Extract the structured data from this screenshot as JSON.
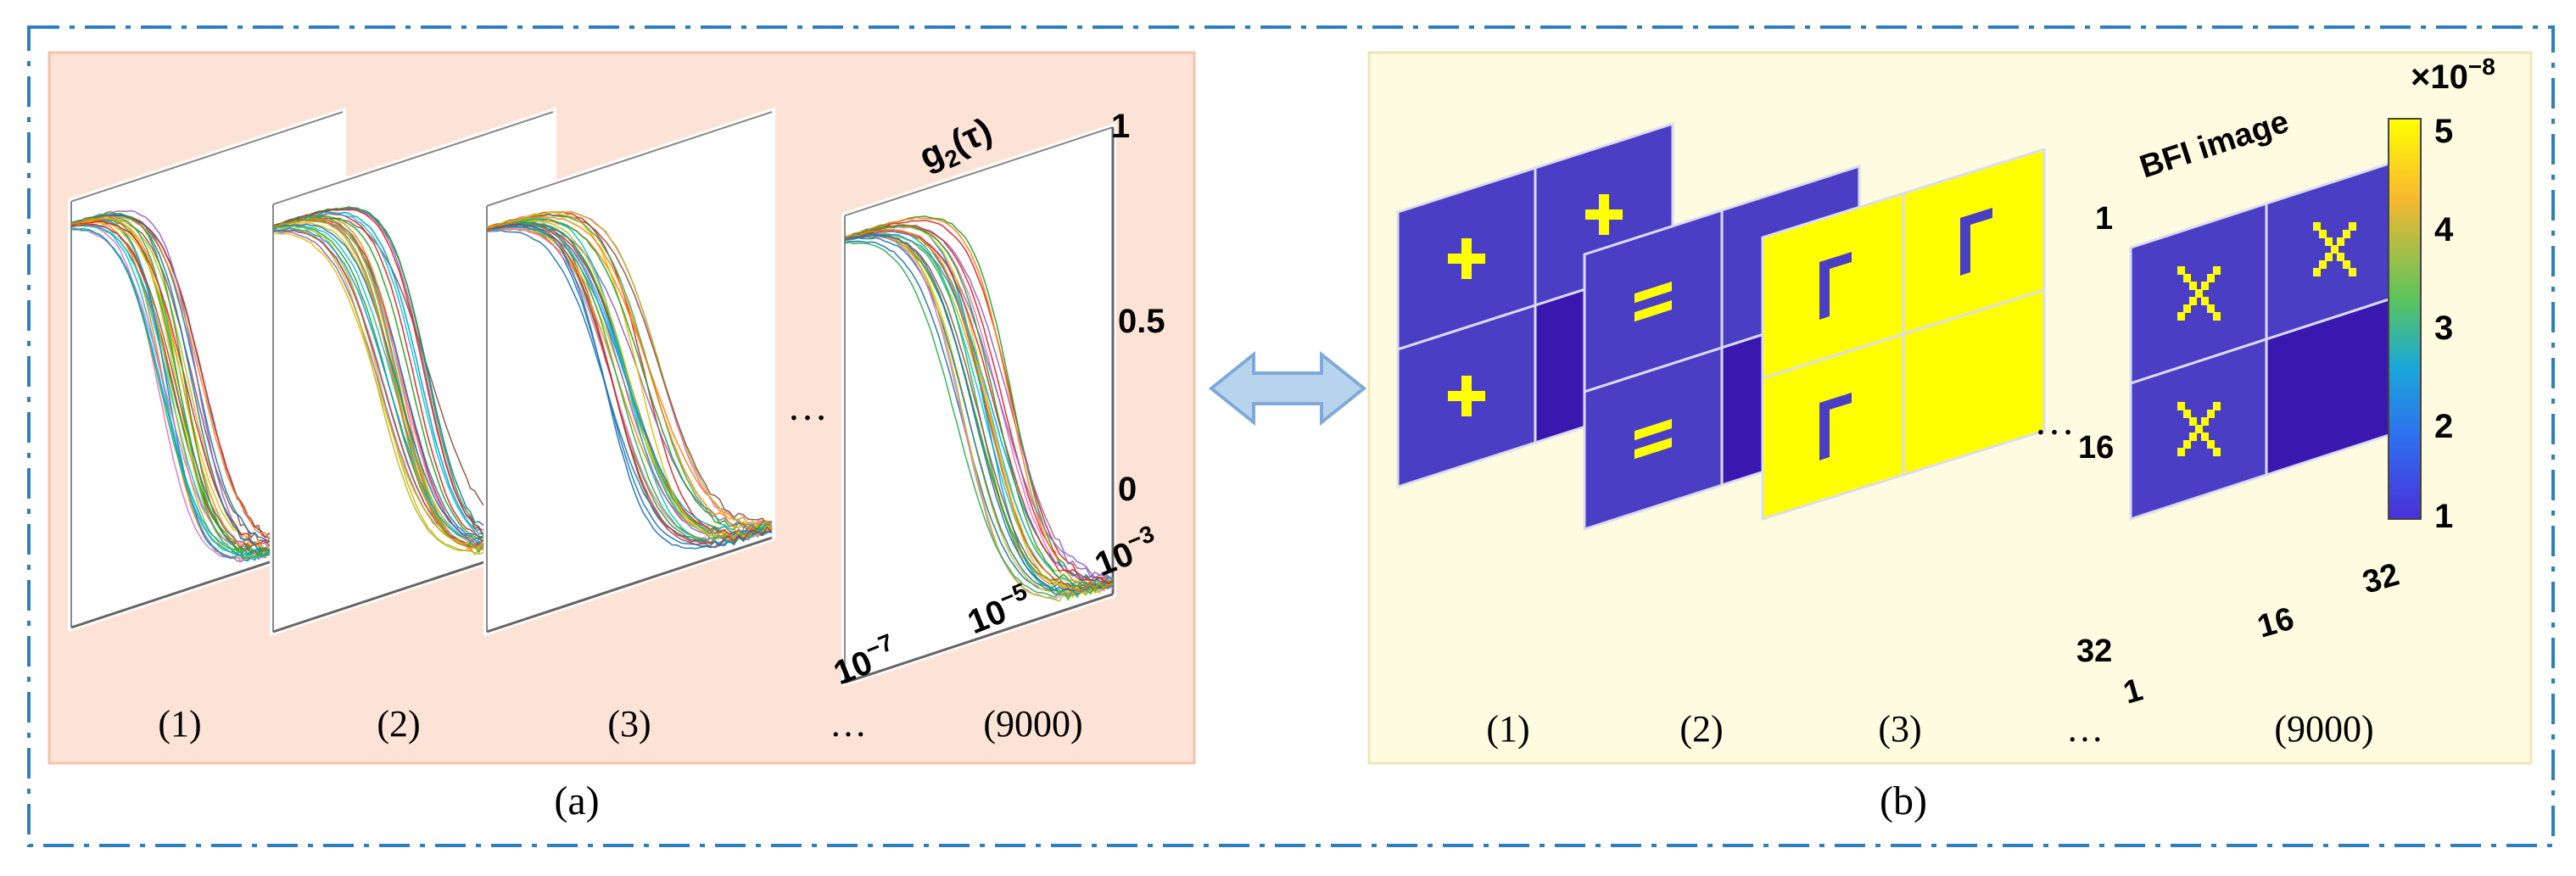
{
  "panel_a": {
    "caption": "(a)",
    "frame_labels": [
      "(1)",
      "(2)",
      "(3)",
      "…",
      "(9000)"
    ],
    "ellipsis": "…",
    "axis": {
      "z_label": "g",
      "z_label_sub": "2",
      "z_label_tail": "(τ)",
      "z_ticks": [
        "1",
        "0.5",
        "0"
      ],
      "x_ticks": [
        {
          "base": "10",
          "exp": "−7"
        },
        {
          "base": "10",
          "exp": "−5"
        },
        {
          "base": "10",
          "exp": "−3"
        }
      ]
    }
  },
  "panel_b": {
    "caption": "(b)",
    "frame_labels": [
      "(1)",
      "(2)",
      "(3)",
      "…",
      "(9000)"
    ],
    "ellipsis": "…",
    "image_title": "BFI image",
    "axis_left_ticks": [
      "1",
      "16",
      "32"
    ],
    "axis_bottom_ticks": [
      "1",
      "16",
      "32"
    ],
    "colorbar": {
      "multiplier_base": "×10",
      "multiplier_exp": "−8",
      "ticks": [
        "5",
        "4",
        "3",
        "2",
        "1"
      ],
      "colors": [
        "#ffff00",
        "#f8b830",
        "#5bc45b",
        "#1aa8d8",
        "#2f6ef0",
        "#4a2fd8"
      ]
    }
  },
  "double_arrow": "bidirectional-arrow",
  "colors": {
    "panel_a_bg": "#fde3d6",
    "panel_b_bg": "#fefbe0",
    "dashed_border": "#2e7fc1",
    "map_bg": "#4a3fc4",
    "map_yellow": "#ffff00"
  }
}
